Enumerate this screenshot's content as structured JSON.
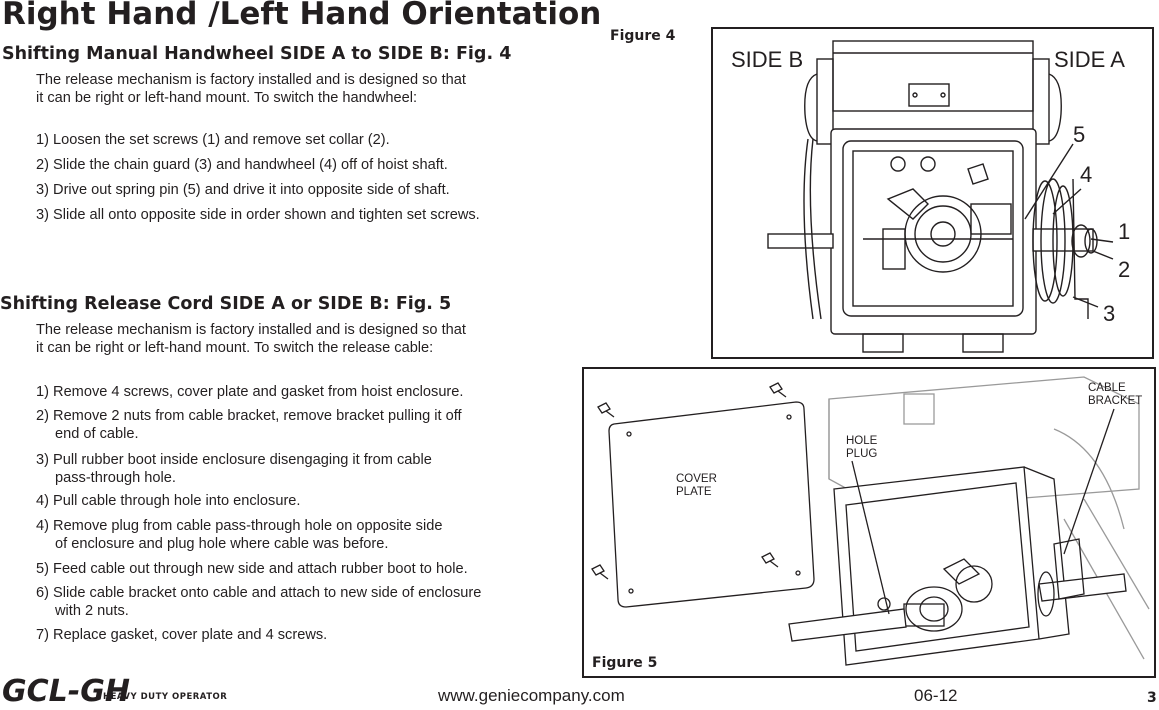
{
  "title": "Right Hand /Left Hand Orientation",
  "section_a": {
    "heading": "Shifting Manual Handwheel SIDE A to SIDE B:  Fig. 4",
    "intro": [
      "The release mechanism is factory installed and is designed so that",
      "it can be right or left-hand mount. To switch the handwheel:"
    ],
    "steps": [
      "1) Loosen the set screws (1) and remove set collar (2).",
      "2) Slide the chain guard (3) and handwheel (4) off of hoist shaft.",
      "3) Drive out spring pin (5) and drive it into opposite side of shaft.",
      "3) Slide all onto opposite side in order shown and tighten set screws."
    ]
  },
  "section_b": {
    "heading": "Shifting Release Cord SIDE A or SIDE B:  Fig. 5",
    "intro": [
      "The release mechanism is factory installed and is designed so that",
      "it can be right or left-hand mount. To switch the release cable:"
    ],
    "steps": [
      "1) Remove 4 screws, cover plate and gasket from hoist enclosure.",
      "2) Remove 2 nuts from cable bracket, remove bracket pulling it off",
      "end of cable.",
      "3) Pull rubber boot inside enclosure disengaging it from cable",
      "pass-through hole.",
      "4) Pull cable through hole into enclosure.",
      "4) Remove plug from cable pass-through hole on opposite side",
      "of enclosure and plug hole where cable was before.",
      "5) Feed cable out through new side and attach rubber boot to hole.",
      "6) Slide cable bracket onto cable and attach to new side of enclosure",
      "with 2 nuts.",
      "7) Replace gasket, cover plate and 4 screws."
    ]
  },
  "figure4": {
    "label": "Figure 4",
    "side_b": "SIDE B",
    "side_a": "SIDE A",
    "callouts": [
      "5",
      "4",
      "1",
      "2",
      "3"
    ]
  },
  "figure5": {
    "label": "Figure 5",
    "cover_plate": [
      "COVER",
      "PLATE"
    ],
    "hole_plug": [
      "HOLE",
      "PLUG"
    ],
    "cable_bracket": [
      "CABLE",
      "BRACKET"
    ]
  },
  "footer": {
    "logo": "GCL-GH",
    "subtitle": "HEAVY DUTY OPERATOR",
    "url": "www.geniecompany.com",
    "date": "06-12",
    "page": "3"
  }
}
